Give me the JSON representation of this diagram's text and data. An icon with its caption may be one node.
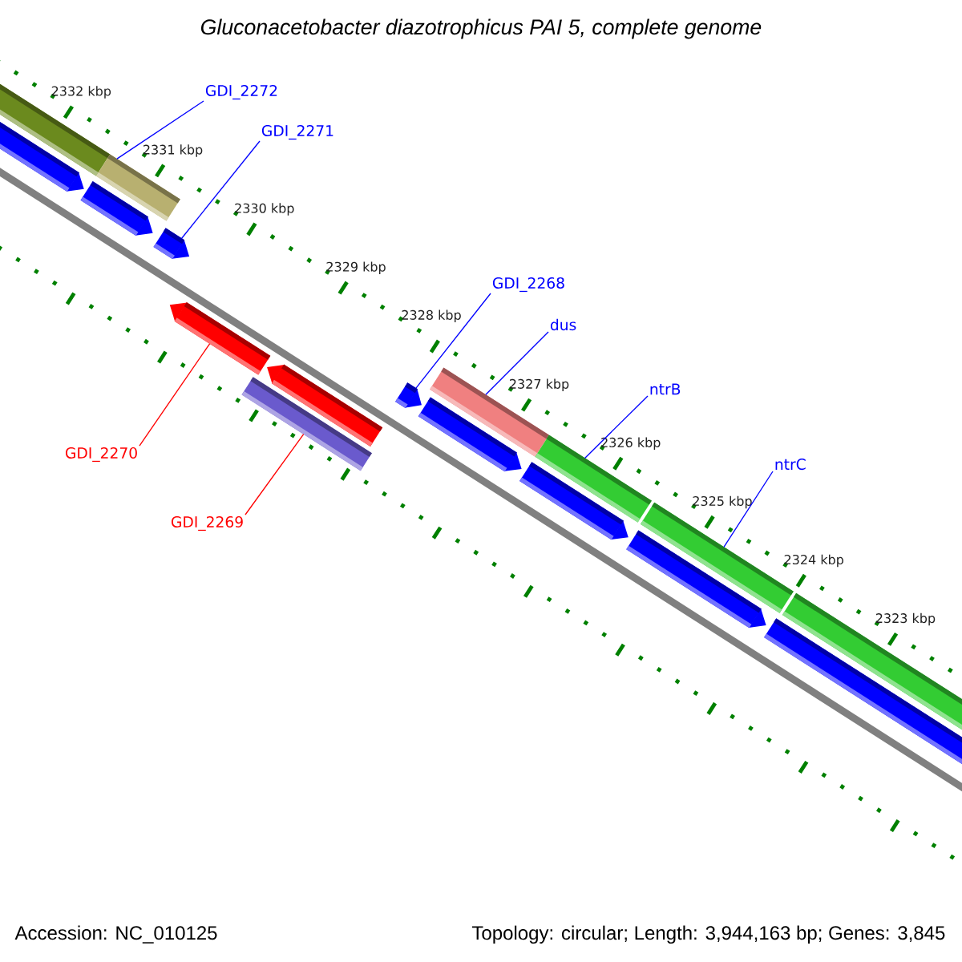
{
  "diagram": {
    "title": "Gluconacetobacter diazotrophicus PAI 5, complete genome",
    "nodes": [
      {
        "text": [
          "GDI_2272"
        ]
      },
      {
        "text": [
          "GDI_2271"
        ]
      },
      {
        "text": [
          "GDI_2268"
        ]
      },
      {
        "text": [
          "dus"
        ]
      },
      {
        "text": [
          "ntrB"
        ]
      },
      {
        "text": [
          "ntrC"
        ]
      },
      {
        "text": [
          "GDI_2270"
        ]
      },
      {
        "text": [
          "GDI_2269"
        ]
      },
      {
        "text": [],
        "shape": "bar"
      },
      {
        "text": [],
        "shape": "pentagon"
      },
      {
        "text": [],
        "shape": "bar"
      },
      {
        "text": [],
        "shape": "pentagon"
      },
      {
        "text": [],
        "shape": "pentagon"
      },
      {
        "text": [],
        "shape": "pentagon"
      },
      {
        "text": [],
        "shape": "bar"
      },
      {
        "text": [],
        "shape": "pentagon"
      },
      {
        "text": [],
        "shape": "pentagon"
      },
      {
        "text": [],
        "shape": "bar"
      },
      {
        "text": [],
        "shape": "pentagon"
      },
      {
        "text": [],
        "shape": "bar"
      },
      {
        "text": [],
        "shape": "pentagon"
      },
      {
        "text": [],
        "shape": "bar"
      },
      {
        "text": [],
        "shape": "pentagon"
      },
      {
        "text": [],
        "shape": "pentagon"
      },
      {
        "text": [],
        "shape": "bar"
      }
    ],
    "edges": [
      {
        "from": 0,
        "to": 10,
        "arrow": "none"
      },
      {
        "from": 1,
        "to": 12,
        "arrow": "none"
      },
      {
        "from": 2,
        "to": 16,
        "arrow": "none"
      },
      {
        "from": 3,
        "to": 17,
        "arrow": "none"
      },
      {
        "from": 4,
        "to": 19,
        "arrow": "none"
      },
      {
        "from": 5,
        "to": 21,
        "arrow": "none"
      },
      {
        "from": 6,
        "to": 13,
        "arrow": "none",
        "color": "#ff0000"
      },
      {
        "from": 7,
        "to": 14,
        "arrow": "none",
        "color": "#ff0000"
      }
    ],
    "labels": [
      "2332 kbp",
      "2331 kbp",
      "2330 kbp",
      "2329 kbp",
      "2328 kbp",
      "2327 kbp",
      "2326 kbp",
      "2325 kbp",
      "2324 kbp",
      "2323 kbp",
      "Accession: NC_010125",
      "Topology: circular; Length: 3,944,163 bp; Genes: 3,845"
    ]
  }
}
